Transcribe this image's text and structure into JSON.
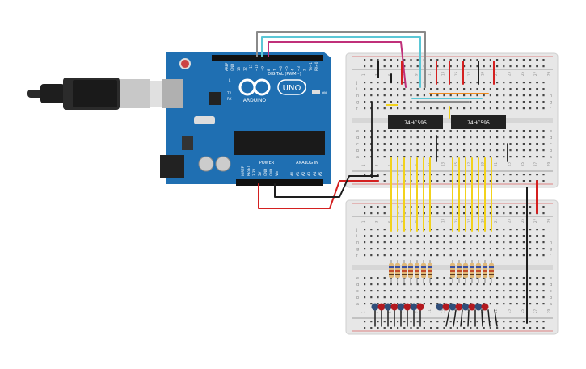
{
  "arduino": {
    "brand": "ARDUINO",
    "model": "UNO",
    "header_digital": "DIGITAL (PWM~)",
    "header_power": "POWER",
    "header_analog": "ANALOG IN",
    "on_label": "ON",
    "l_label": "L",
    "tx_label": "TX",
    "rx_label": "RX",
    "aref": "AREF",
    "gnd": "GND",
    "pins_digital": [
      "13",
      "12",
      "~11",
      "~10",
      "~9",
      "8",
      "7",
      "~6",
      "~5",
      "4",
      "~3",
      "2",
      "TX→1",
      "RX←0"
    ],
    "pins_power": [
      "IOREF",
      "RESET",
      "3.3V",
      "5V",
      "GND",
      "GND",
      "Vin"
    ],
    "pins_analog": [
      "A0",
      "A1",
      "A2",
      "A3",
      "A4",
      "A5"
    ]
  },
  "chips": [
    {
      "label": "74HC595"
    },
    {
      "label": "74HC595"
    }
  ],
  "breadboard_top": {
    "row_letters_top": [
      "j",
      "i",
      "h",
      "g",
      "f"
    ],
    "row_letters_bottom": [
      "e",
      "d",
      "c",
      "b",
      "a"
    ],
    "col_numbers": [
      "1",
      "",
      "3",
      "",
      "5",
      "",
      "7",
      "",
      "9",
      "",
      "11",
      "",
      "13",
      "",
      "15",
      "",
      "17",
      "",
      "19",
      "",
      "21",
      "",
      "23",
      "",
      "25",
      "",
      "27",
      "",
      "29",
      ""
    ]
  },
  "breadboard_bottom": {
    "row_letters_top": [
      "j",
      "i",
      "h",
      "g",
      "f"
    ],
    "row_letters_bottom": [
      "e",
      "d",
      "c",
      "b",
      "a"
    ],
    "col_numbers": [
      "1",
      "",
      "3",
      "",
      "5",
      "",
      "7",
      "",
      "9",
      "",
      "11",
      "",
      "13",
      "",
      "15",
      "",
      "17",
      "",
      "19",
      "",
      "21",
      "",
      "23",
      "",
      "25",
      "",
      "27",
      "",
      "29",
      ""
    ]
  },
  "colors": {
    "board_blue": "#1f6fb2",
    "wire_yellow": "#f2d21b",
    "wire_red": "#d42020",
    "wire_black": "#1e1e1e",
    "wire_cyan": "#5bc7d6",
    "wire_magenta": "#c0307a",
    "wire_orange": "#f08a1c",
    "wire_gray": "#8a8a8a",
    "led_red": "#b3191f",
    "led_blue": "#2f4e7a"
  }
}
